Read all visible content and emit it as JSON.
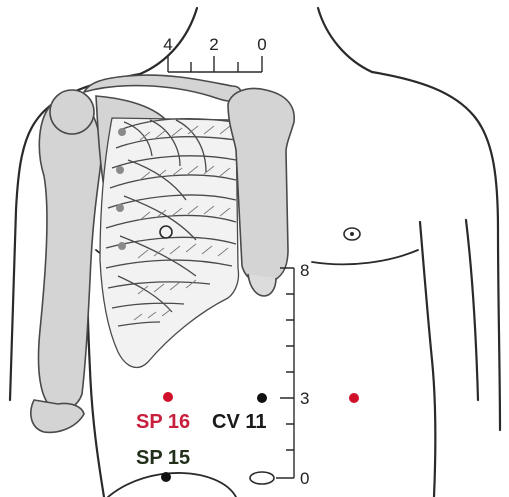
{
  "colors": {
    "outline": "#2a2a2a",
    "bone_fill": "#d4d4d4",
    "bone_stroke": "#4a4a4a",
    "red_point": "#d0102b",
    "black_point": "#111111",
    "sp16_label": "#c81f3c",
    "cv11_label": "#1a1a1a",
    "sp15_label": "#22301a"
  },
  "horizontal_scale": {
    "labels": [
      "4",
      "2",
      "0"
    ]
  },
  "vertical_scale": {
    "labels": [
      "8",
      "3",
      "0"
    ]
  },
  "points": [
    {
      "id": "sp16-left",
      "color": "red"
    },
    {
      "id": "cv11",
      "color": "black"
    },
    {
      "id": "sp16-right",
      "color": "red"
    },
    {
      "id": "sp15",
      "color": "black"
    }
  ],
  "labels": {
    "sp16": "SP 16",
    "cv11": "CV 11",
    "sp15": "SP 15"
  }
}
